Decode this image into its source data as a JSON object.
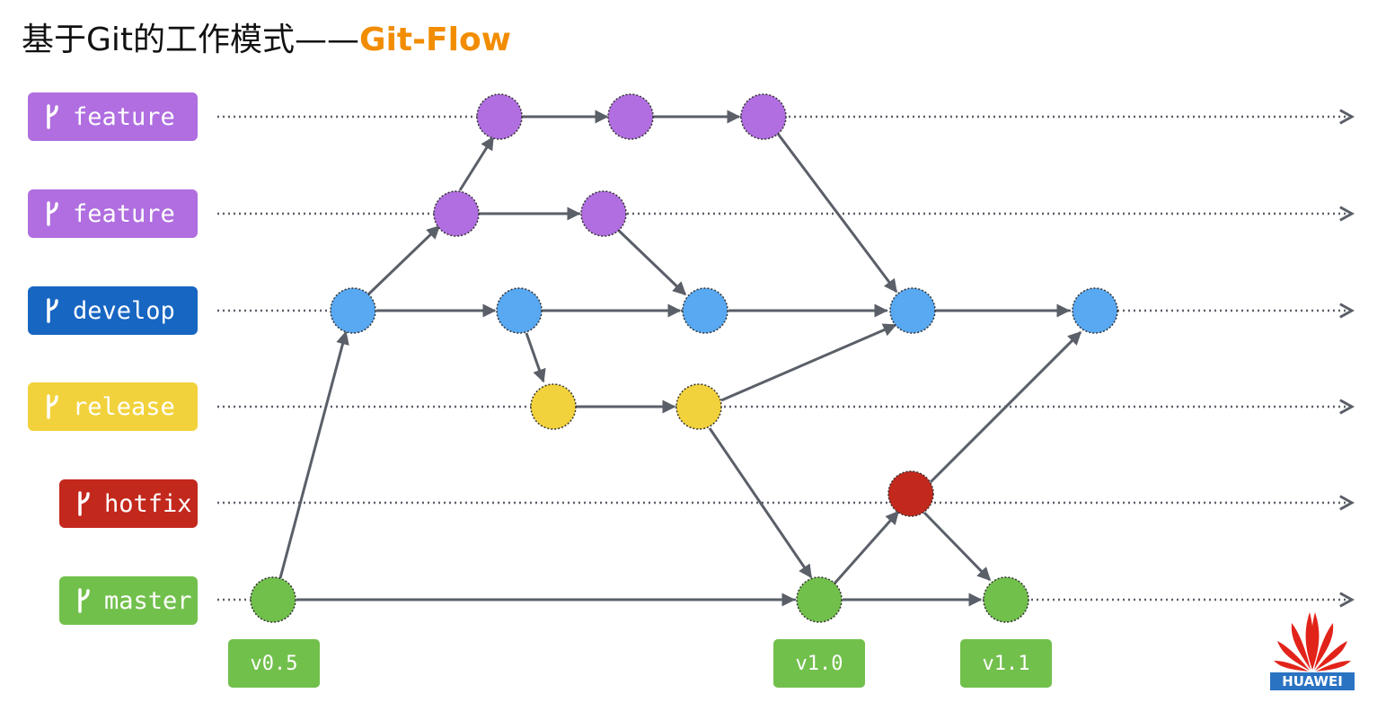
{
  "title": {
    "main": "基于Git的工作模式——",
    "accent": "Git-Flow"
  },
  "colors": {
    "feature": "#b06ee0",
    "develop": "#1766c2",
    "develop_node": "#58a8f2",
    "release": "#f2d23c",
    "hotfix": "#c3281d",
    "master": "#72c04c",
    "arrow": "#5a5f68",
    "accent": "#f28c00"
  },
  "branches": [
    {
      "id": "feature1",
      "label": "feature",
      "icon": "git-branch-icon"
    },
    {
      "id": "feature2",
      "label": "feature",
      "icon": "git-branch-icon"
    },
    {
      "id": "develop",
      "label": "develop",
      "icon": "git-branch-icon"
    },
    {
      "id": "release",
      "label": "release",
      "icon": "git-branch-icon"
    },
    {
      "id": "hotfix",
      "label": "hotfix",
      "icon": "git-branch-icon"
    },
    {
      "id": "master",
      "label": "master",
      "icon": "git-branch-icon"
    }
  ],
  "tags": [
    {
      "label": "v0.5"
    },
    {
      "label": "v1.0"
    },
    {
      "label": "v1.1"
    }
  ],
  "logo": {
    "text": "HUAWEI",
    "icon": "huawei-logo-icon"
  }
}
